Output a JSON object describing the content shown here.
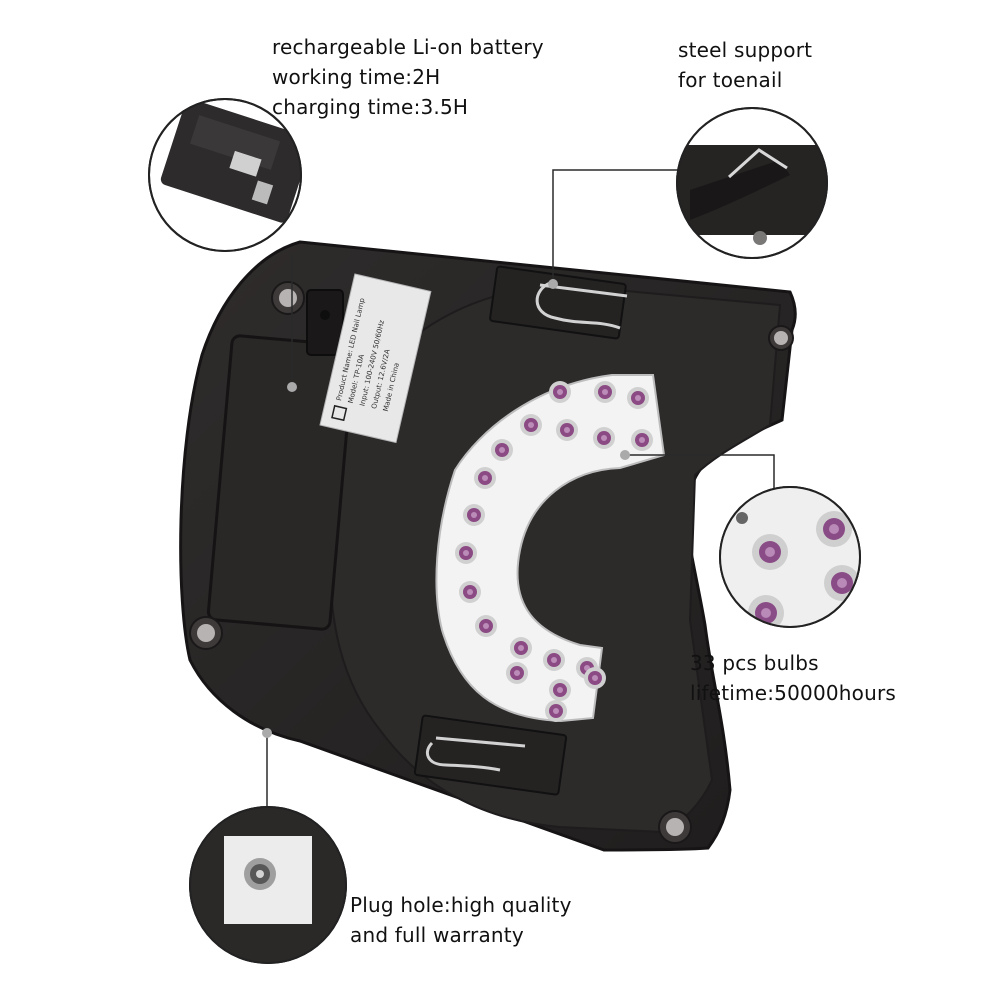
{
  "colors": {
    "device_body": "#2a2727",
    "device_edge": "#1b1919",
    "pcb_white": "#f3f3f3",
    "led_purple": "#8b4a84",
    "leader_line": "#2a2a2a",
    "metal_clip": "#c9c9c9"
  },
  "callouts": {
    "battery": {
      "line1": "rechargeable Li-on battery",
      "line2": "working time:2H",
      "line3": "charging time:3.5H"
    },
    "steel": {
      "line1": "steel support",
      "line2": "for toenail"
    },
    "bulbs": {
      "line1": "33 pcs bulbs",
      "line2": "lifetime:50000hours"
    },
    "plug": {
      "line1": "Plug hole:high quality",
      "line2": "and full warranty"
    }
  },
  "product_label": {
    "line1": "Product Name: LED Nail Lamp",
    "line2": "Model: TP-10A",
    "line3": "Input: 100-240V 50/60Hz",
    "line4": "Output: 12.6V/2A",
    "line5": "Made in China"
  }
}
